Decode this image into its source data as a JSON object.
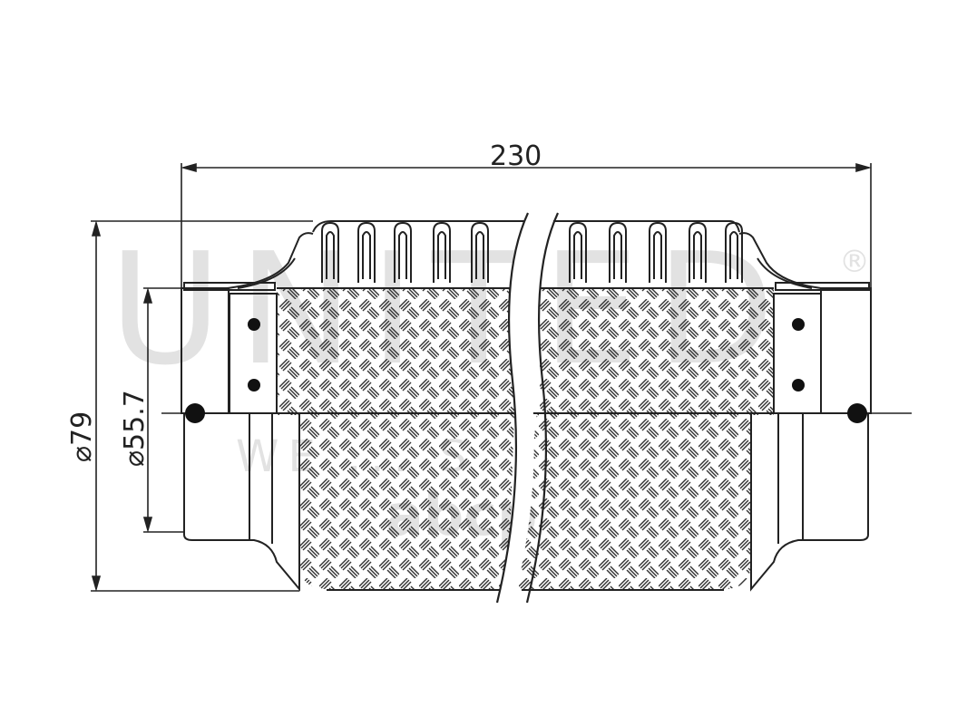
{
  "dimensions": {
    "length": "230",
    "outer_diameter": "⌀79",
    "inner_diameter": "⌀55.7"
  },
  "watermarks": {
    "brand": "UNITED",
    "registered": "®",
    "subtitle": "WE ... S",
    "site": "abcp"
  },
  "colors": {
    "line": "#222222",
    "watermark": "#e2e2e2"
  }
}
